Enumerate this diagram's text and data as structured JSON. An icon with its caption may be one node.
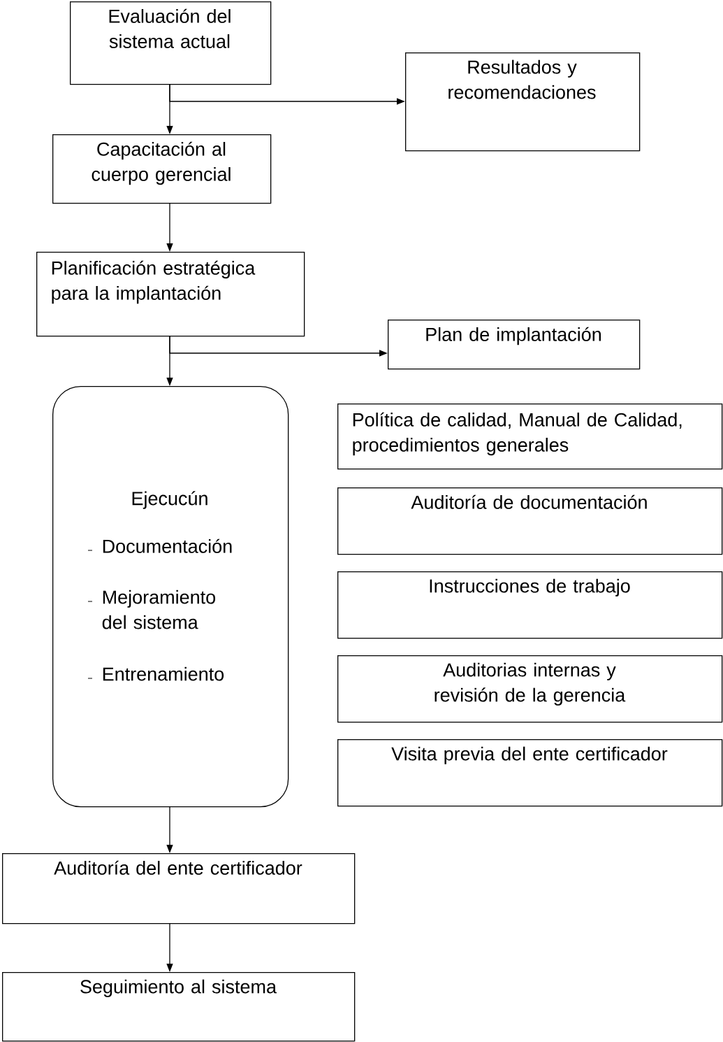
{
  "diagram": {
    "nodes": [
      {
        "text": [
          "Evaluación del sistema actual"
        ]
      },
      {
        "text": [
          "Resultados y recomendaciones"
        ]
      },
      {
        "text": [
          "Capacitación al cuerpo gerencial"
        ]
      },
      {
        "text": [
          "Planificación estratégica para la implantación"
        ]
      },
      {
        "text": [
          "Plan de implantación"
        ]
      },
      {
        "text": [
          "Ejecucún",
          "Documentación",
          "Mejoramiento del sistema",
          "Entrenamiento"
        ]
      },
      {
        "text": [
          "Política de calidad, Manual de Calidad, procedimientos generales"
        ]
      },
      {
        "text": [
          "Auditoría de documentación"
        ]
      },
      {
        "text": [
          "Instrucciones de trabajo"
        ]
      },
      {
        "text": [
          "Auditorias internas y revisión de la gerencia"
        ]
      },
      {
        "text": [
          "Visita previa del ente certificador"
        ]
      },
      {
        "text": [
          "Auditoría del ente certificador"
        ]
      },
      {
        "text": [
          "Seguimiento al sistema"
        ]
      }
    ],
    "edges": [
      {
        "from": 0,
        "to": 2,
        "arrow": "to"
      },
      {
        "from": 0,
        "to": 1,
        "arrow": "to"
      },
      {
        "from": 2,
        "to": 3,
        "arrow": "to"
      },
      {
        "from": 3,
        "to": 5,
        "arrow": "to"
      },
      {
        "from": 3,
        "to": 4,
        "arrow": "to"
      },
      {
        "from": 5,
        "to": 11,
        "arrow": "to"
      },
      {
        "from": 11,
        "to": 12,
        "arrow": "to"
      }
    ]
  }
}
